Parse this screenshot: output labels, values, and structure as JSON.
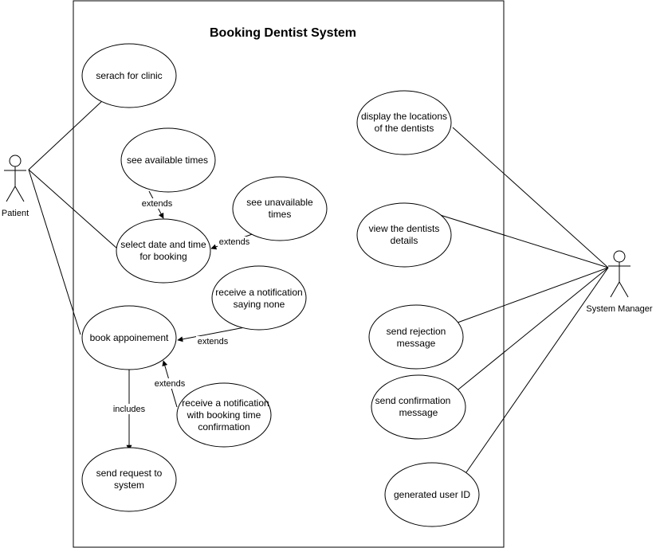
{
  "system": {
    "title": "Booking Dentist System"
  },
  "actors": {
    "patient": "Patient",
    "manager": "System Manager"
  },
  "use_cases": {
    "search_clinic": [
      "serach for clinic"
    ],
    "see_available": [
      "see available times"
    ],
    "see_unavailable": [
      "see unavailable",
      "times"
    ],
    "select_date": [
      "select date and time",
      "for booking"
    ],
    "receive_none": [
      "receive a notification",
      "saying none"
    ],
    "book": [
      "book appoinement"
    ],
    "receive_confirm": [
      "receive a notification",
      "with booking time",
      "confirmation"
    ],
    "send_request": [
      "send request to",
      "system"
    ],
    "display_locations": [
      "display the locations",
      "of the dentists"
    ],
    "view_details": [
      "view the dentists",
      "details"
    ],
    "send_rejection": [
      "send rejection",
      "message"
    ],
    "send_confirmation": [
      "send confirmation",
      "message"
    ],
    "generated_id": [
      "generated user ID"
    ]
  },
  "relations": {
    "extends": "extends",
    "includes": "includes"
  }
}
